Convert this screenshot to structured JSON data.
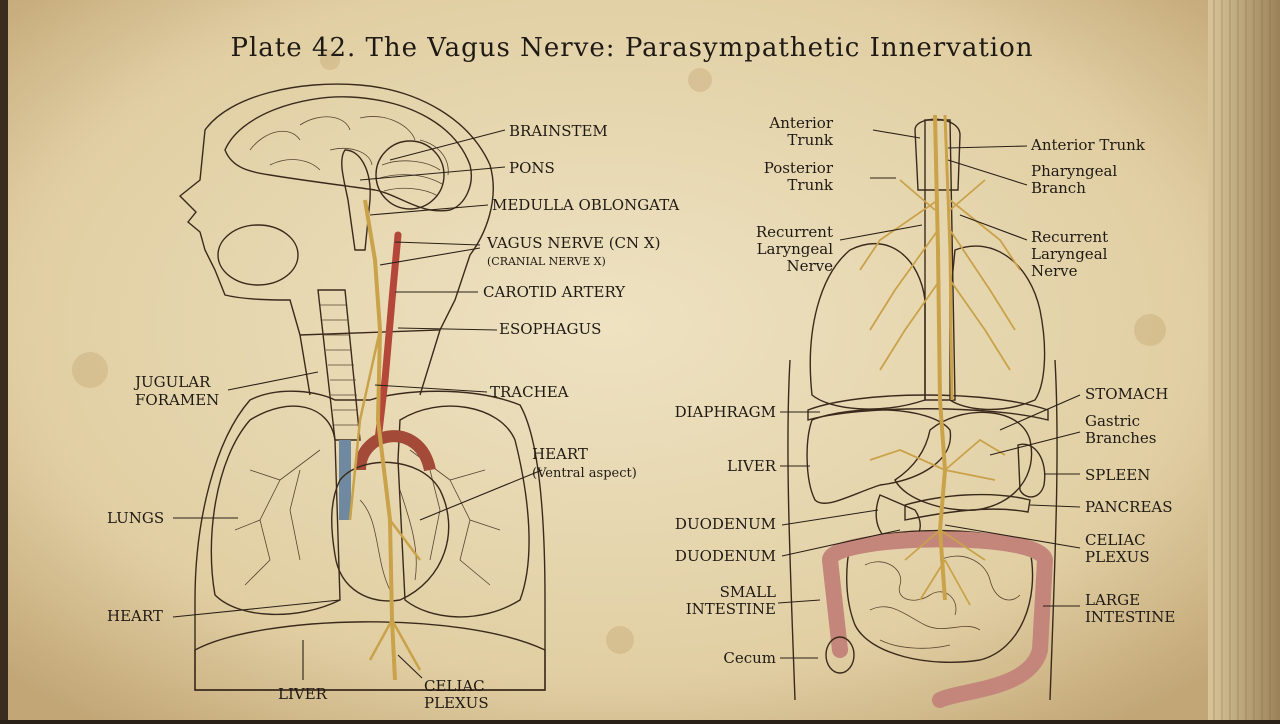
{
  "title": "Plate 42.  The Vagus Nerve: Parasympathetic Innervation",
  "colors": {
    "parchment": "#e8d9b4",
    "parchment_dark": "#c9b388",
    "ink": "#2a2016",
    "nerve": "#c9a24a",
    "artery": "#b4473a",
    "lung": "#b9c7c6",
    "heart": "#b75e4a",
    "liver": "#9c4b3a",
    "intestine": "#d4a093"
  },
  "left_labels": {
    "brainstem": "BRAINSTEM",
    "pons": "PONS",
    "medulla": "MEDULLA OBLONGATA",
    "vagus": "VAGUS NERVE (CN X)",
    "vagus_sub": "(CRANIAL NERVE X)",
    "carotid": "CAROTID ARTERY",
    "esophagus": "ESOPHAGUS",
    "jugular_1": "JUGULAR",
    "jugular_2": "FORAMEN",
    "trachea": "TRACHEA",
    "heart_right": "HEART",
    "heart_right_sub": "(Ventral aspect)",
    "lungs": "LUNGS",
    "heart_left": "HEART",
    "liver": "LIVER",
    "celiac_1": "CELIAC",
    "celiac_2": "PLEXUS"
  },
  "right_labels": {
    "anterior_left_1": "Anterior",
    "anterior_left_2": "Trunk",
    "posterior_1": "Posterior",
    "posterior_2": "Trunk",
    "recurrent_left_1": "Recurrent",
    "recurrent_left_2": "Laryngeal",
    "recurrent_left_3": "Nerve",
    "anterior_right": "Anterior Trunk",
    "pharyngeal_1": "Pharyngeal",
    "pharyngeal_2": "Branch",
    "recurrent_right_1": "Recurrent",
    "recurrent_right_2": "Laryngeal",
    "recurrent_right_3": "Nerve",
    "diaphragm": "DIAPHRAGM",
    "liver": "LIVER",
    "duodenum_1": "DUODENUM",
    "duodenum_2": "DUODENUM",
    "small_intestine_1": "SMALL",
    "small_intestine_2": "INTESTINE",
    "cecum": "Cecum",
    "stomach": "STOMACH",
    "gastric_1": "Gastric",
    "gastric_2": "Branches",
    "spleen": "SPLEEN",
    "pancreas": "PANCREAS",
    "celiac_1": "CELIAC",
    "celiac_2": "PLEXUS",
    "large_intestine_1": "LARGE",
    "large_intestine_2": "INTESTINE"
  }
}
